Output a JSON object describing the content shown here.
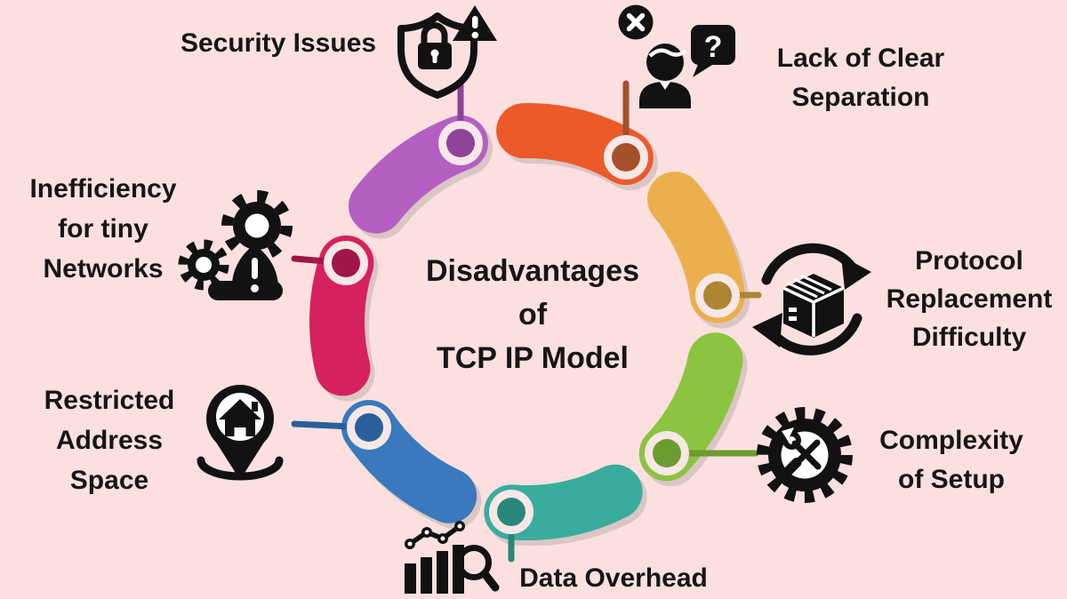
{
  "title": {
    "lines": [
      "Disadvantages",
      "of",
      "TCP IP Model"
    ]
  },
  "background_color": "#FBE0DF",
  "text_color": "#161616",
  "icon_color": "#121212",
  "shadow_color": "#B9ACAC",
  "node_ring_color": "#F7E7E6",
  "glyphs": {
    "question_mark": "?",
    "exclamation": "!"
  },
  "segments": [
    {
      "name": "security-issues",
      "label": "Security Issues",
      "lines": [
        "Security Issues"
      ],
      "band_color": "#B55FC2",
      "node_color": "#8F4399",
      "icon": "shield-lock-warning-icon"
    },
    {
      "name": "lack-of-clear-separation",
      "label": "Lack of Clear Separation",
      "lines": [
        "Lack of Clear",
        "Separation"
      ],
      "band_color": "#EC5A2A",
      "node_color": "#A5502B",
      "icon": "person-question-icon"
    },
    {
      "name": "protocol-replacement-difficulty",
      "label": "Protocol Replacement Difficulty",
      "lines": [
        "Protocol",
        "Replacement",
        "Difficulty"
      ],
      "band_color": "#ECAF4D",
      "node_color": "#AC8631",
      "icon": "box-sync-icon"
    },
    {
      "name": "complexity-of-setup",
      "label": "Complexity of Setup",
      "lines": [
        "Complexity",
        "of Setup"
      ],
      "band_color": "#8BC441",
      "node_color": "#6C9C2F",
      "icon": "gear-tools-icon"
    },
    {
      "name": "data-overhead",
      "label": "Data Overhead",
      "lines": [
        "Data Overhead"
      ],
      "band_color": "#3AAC9E",
      "node_color": "#2A877C",
      "icon": "chart-magnifier-icon"
    },
    {
      "name": "restricted-address-space",
      "label": "Restricted Address Space",
      "lines": [
        "Restricted",
        "Address",
        "Space"
      ],
      "band_color": "#3A79BD",
      "node_color": "#2A5F9C",
      "icon": "location-pin-house-icon"
    },
    {
      "name": "inefficiency-for-tiny-networks",
      "label": "Inefficiency for tiny Networks",
      "lines": [
        "Inefficiency",
        "for tiny",
        "Networks"
      ],
      "band_color": "#D7215E",
      "node_color": "#9F1748",
      "icon": "gears-warning-icon"
    }
  ]
}
